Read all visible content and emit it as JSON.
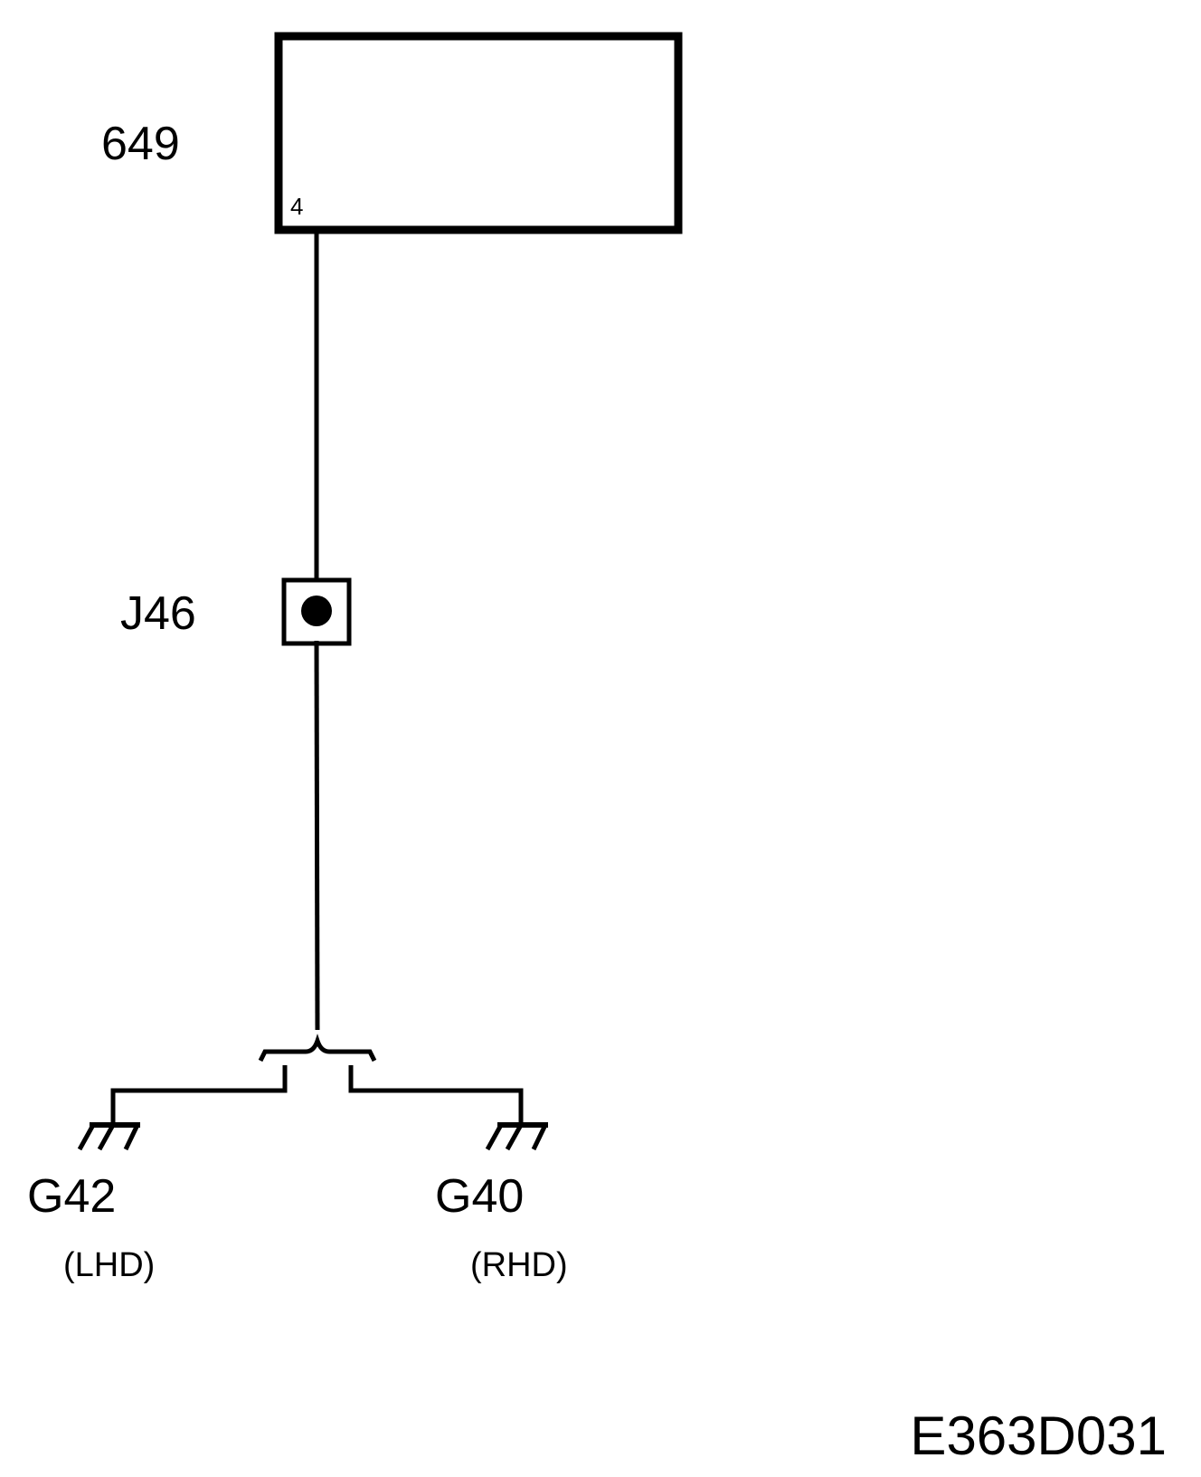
{
  "component": {
    "id": "649",
    "pin": "4"
  },
  "junction": {
    "id": "J46"
  },
  "grounds": [
    {
      "id": "G42",
      "variant": "(LHD)"
    },
    {
      "id": "G40",
      "variant": "(RHD)"
    }
  ],
  "figure_code": "E363D031",
  "colors": {
    "line": "#000000",
    "background": "#ffffff"
  }
}
